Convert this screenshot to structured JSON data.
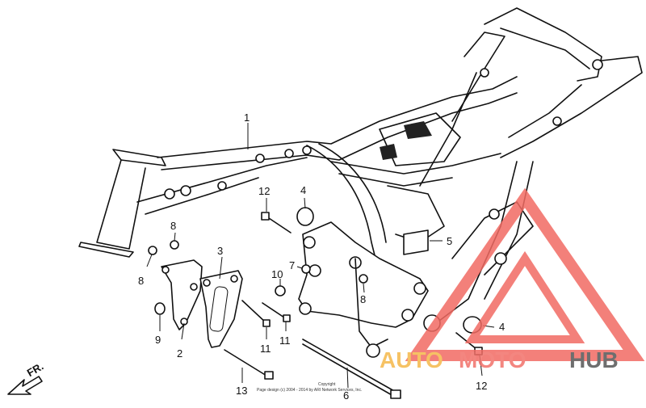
{
  "diagram": {
    "callouts": [
      {
        "id": "c1",
        "text": "1"
      },
      {
        "id": "c2",
        "text": "2"
      },
      {
        "id": "c3",
        "text": "3"
      },
      {
        "id": "c4a",
        "text": "4"
      },
      {
        "id": "c4b",
        "text": "4"
      },
      {
        "id": "c5",
        "text": "5"
      },
      {
        "id": "c6",
        "text": "6"
      },
      {
        "id": "c7",
        "text": "7"
      },
      {
        "id": "c8a",
        "text": "8"
      },
      {
        "id": "c8b",
        "text": "8"
      },
      {
        "id": "c8c",
        "text": "8"
      },
      {
        "id": "c9",
        "text": "9"
      },
      {
        "id": "c10",
        "text": "10"
      },
      {
        "id": "c11a",
        "text": "11"
      },
      {
        "id": "c11b",
        "text": "11"
      },
      {
        "id": "c12a",
        "text": "12"
      },
      {
        "id": "c12b",
        "text": "12"
      },
      {
        "id": "c13",
        "text": "13"
      }
    ],
    "direction_label": "FR.",
    "copyright_line1": "Copyright",
    "copyright_line2": "Page design (c) 2004 - 2014 by ARI Network Services, Inc."
  },
  "watermark": {
    "text_part1": "AUTO",
    "text_part2": "MOTO",
    "text_part3": "HUB",
    "colors": {
      "triangle": "#f26b63",
      "part1": "#f5b84a",
      "part2": "#f2716a",
      "part3": "#555555"
    }
  }
}
